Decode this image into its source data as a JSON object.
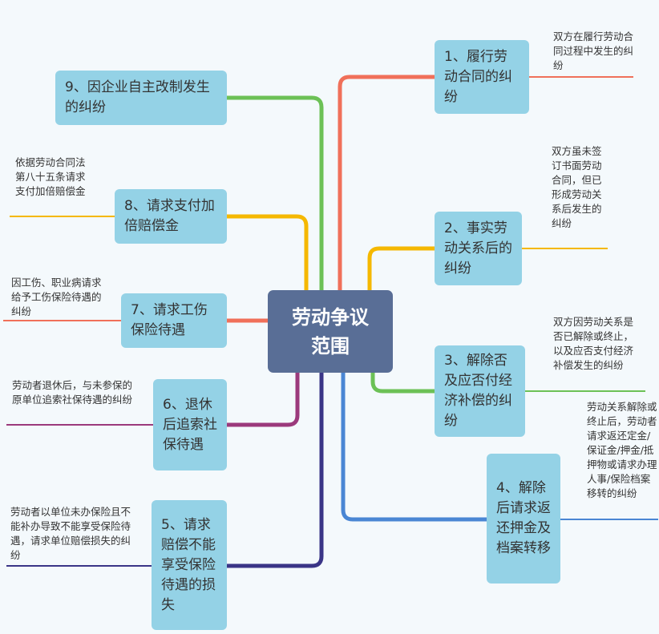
{
  "center": {
    "title": "劳动争议范围"
  },
  "branches": [
    {
      "id": 1,
      "topic": "1、履行劳动合同的纠纷",
      "note": "双方在履行劳动合同过程中发生的纠纷",
      "color": "#f0705a"
    },
    {
      "id": 2,
      "topic": "2、事实劳动关系后的纠纷",
      "note": "双方虽未签订书面劳动合同，但已形成劳动关系后发生的纠纷",
      "color": "#f5b800"
    },
    {
      "id": 3,
      "topic": "3、解除否及应否付经济补偿的纠纷",
      "note": "双方因劳动关系是否已解除或终止，以及应否支付经济补偿发生的纠纷",
      "color": "#6cc156"
    },
    {
      "id": 4,
      "topic": "4、解除后请求返还押金及档案转移",
      "note": "劳动关系解除或终止后，劳动者请求返还定金/保证金/押金/抵押物或请求办理人事/保险档案移转的纠纷",
      "color": "#4a86d4"
    },
    {
      "id": 5,
      "topic": "5、请求赔偿不能享受保险待遇的损失",
      "note": "劳动者以单位未办保险且不能补办导致不能享受保险待遇，请求单位赔偿损失的纠纷",
      "color": "#3a3587"
    },
    {
      "id": 6,
      "topic": "6、退休后追索社保待遇",
      "note": "劳动者退休后，与未参保的原单位追索社保待遇的纠纷",
      "color": "#9b3a7c"
    },
    {
      "id": 7,
      "topic": "7、请求工伤保险待遇",
      "note": "因工伤、职业病请求给予工伤保险待遇的纠纷",
      "color": "#f0705a"
    },
    {
      "id": 8,
      "topic": "8、请求支付加倍赔偿金",
      "note": "依据劳动合同法第八十五条请求支付加倍赔偿金",
      "color": "#f5b800"
    },
    {
      "id": 9,
      "topic": "9、因企业自主改制发生的纠纷",
      "note": "",
      "color": "#6cc156"
    }
  ]
}
